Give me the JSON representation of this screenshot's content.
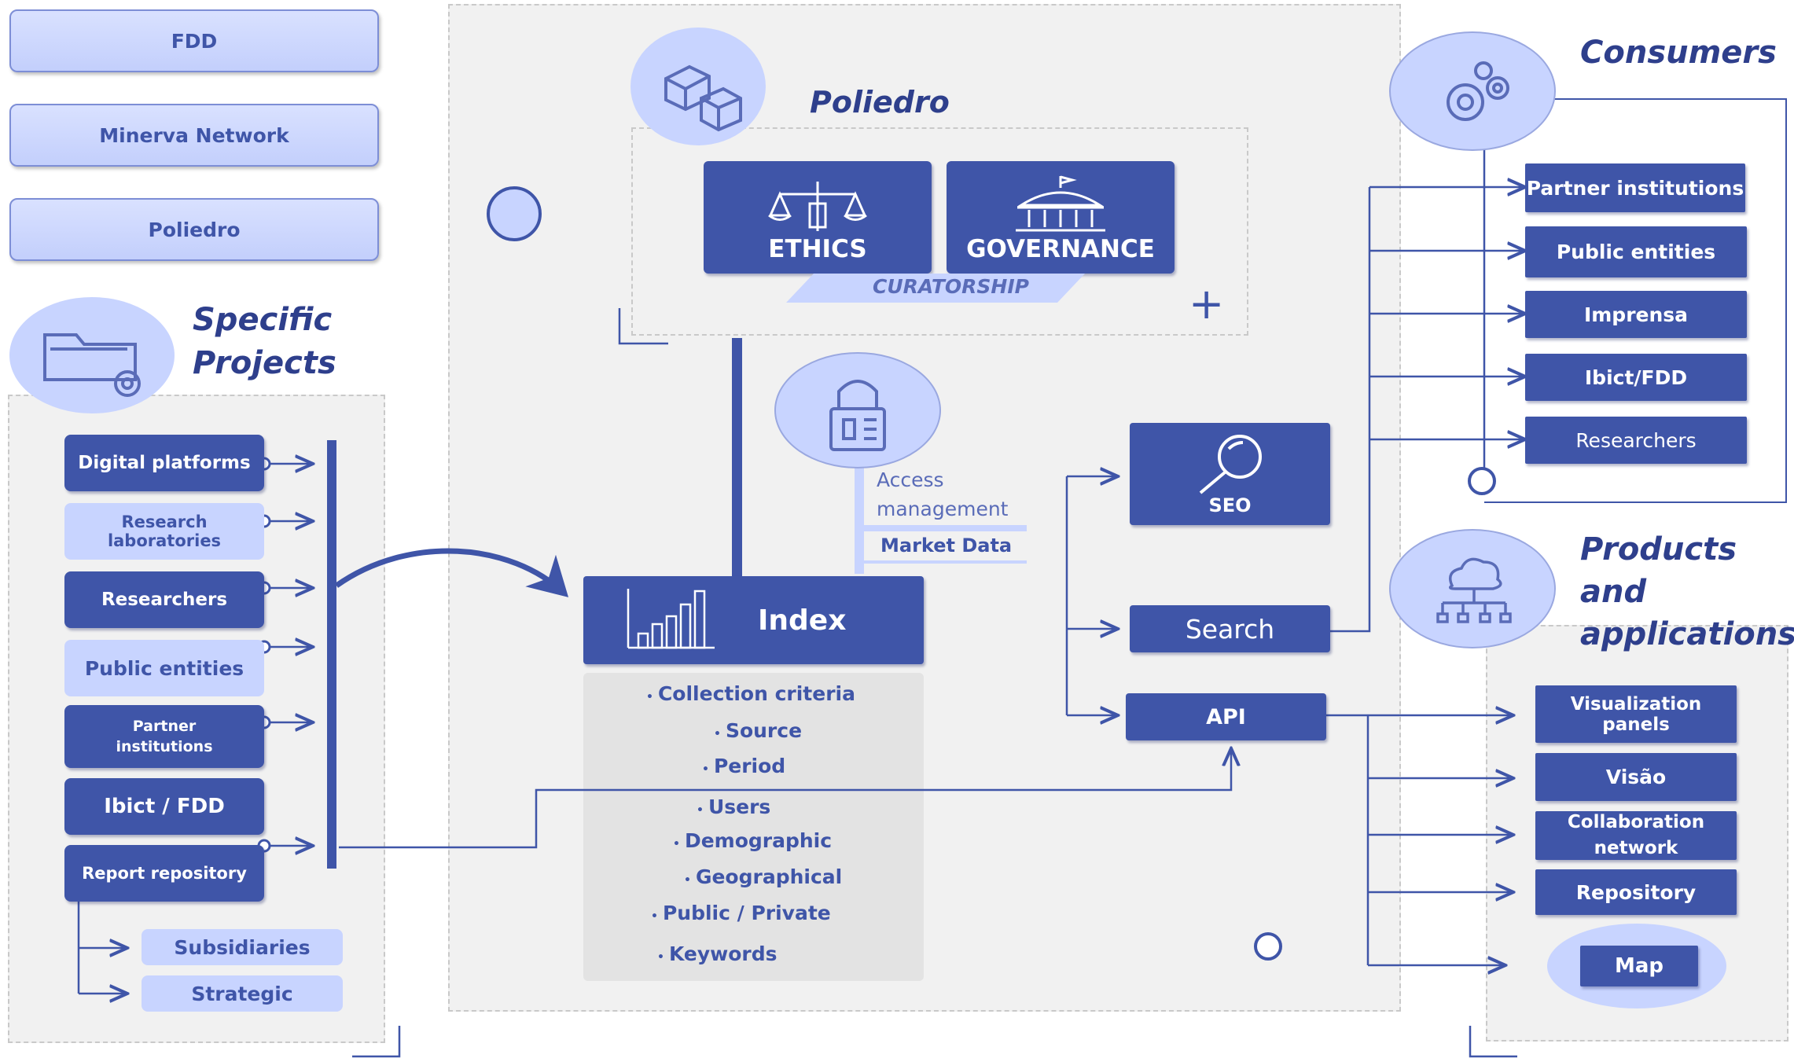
{
  "top_tabs": [
    "FDD",
    "Minerva Network",
    "Poliedro"
  ],
  "specific_projects": {
    "title_line1": "Specific",
    "title_line2": "Projects",
    "items": [
      "Digital platforms",
      "Research laboratories",
      "Researchers",
      "Public entities",
      "Partner institutions",
      "Ibict / FDD",
      "Report repository"
    ],
    "sub_items": [
      "Subsidiaries",
      "Strategic"
    ]
  },
  "poliedro": {
    "title": "Poliedro",
    "ethics": "ETHICS",
    "governance": "GOVERNANCE",
    "curatorship": "CURATORSHIP",
    "plus": "+"
  },
  "access": {
    "line1": "Access",
    "line2": "management",
    "market_data": "Market Data"
  },
  "index": {
    "label": "Index",
    "criteria": [
      "Collection criteria",
      "Source",
      "Period",
      "Users",
      "Demographic",
      "Geographical",
      "Public / Private",
      "Keywords"
    ]
  },
  "services": {
    "seo": "SEO",
    "search": "Search",
    "api": "API"
  },
  "consumers": {
    "title": "Consumers",
    "items": [
      "Partner institutions",
      "Public entities",
      "Imprensa",
      "Ibict/FDD",
      "Researchers"
    ]
  },
  "products": {
    "title_line1": "Products and",
    "title_line2": "applications",
    "items": [
      "Visualization panels",
      "Visão",
      "Collaboration network",
      "Repository",
      "Map"
    ]
  },
  "colors": {
    "primary": "#3f55a8",
    "light": "#c8d4ff",
    "title": "#2e3f8c",
    "panel": "#f1f1f1"
  }
}
